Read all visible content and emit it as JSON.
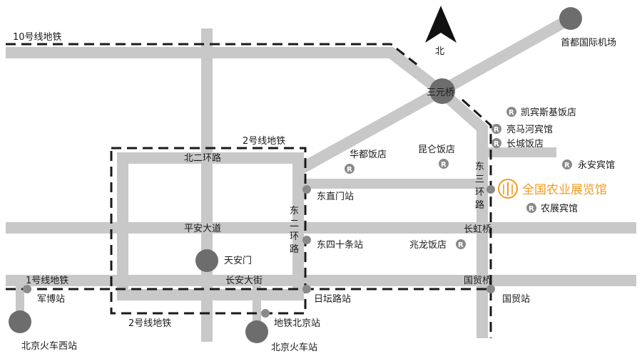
{
  "north": "北",
  "metro_lines": {
    "line10": "10号线地铁",
    "line2_top": "2号线地铁",
    "line2_bottom": "2号线地铁",
    "line1": "1号线地铁"
  },
  "roads": {
    "north_2nd_ring": "北二环路",
    "pingan_avenue": "平安大道",
    "changan_street": "长安大街",
    "east_2nd_ring": [
      "东",
      "二",
      "环",
      "路"
    ],
    "east_3rd_ring": [
      "东",
      "三",
      "环",
      "路"
    ]
  },
  "bridges": {
    "sanyuan": "三元桥",
    "changhong": "长虹桥",
    "guomao": "国贸桥"
  },
  "stations": {
    "dongzhimen": "东直门站",
    "dongsishitiao": "东四十条站",
    "ritanlu": "日坛路站",
    "junbo": "军博站",
    "guomao": "国贸站",
    "beijingzhan_subway": "地铁北京站"
  },
  "places": {
    "airport": "首都国际机场",
    "tiananmen": "天安门",
    "beijing_west": "北京火车西站",
    "beijing_station": "北京火车站"
  },
  "hotel_marker": "R",
  "hotels": {
    "kempinski": "凯宾斯基饭店",
    "liangmahe": "亮马河宾馆",
    "great_wall": "长城饭店",
    "yongan": "永安宾馆",
    "huadu": "华都饭店",
    "kunlun": "昆仑饭店",
    "nongzhan": "农展宾馆",
    "zhaolong": "兆龙饭店"
  },
  "highlight": {
    "name": "全国农业展览馆",
    "color": "#f29a1e"
  },
  "colors": {
    "road": "#c8c8c8",
    "metro": "#1a1a1a",
    "station": "#8a8a8a"
  }
}
